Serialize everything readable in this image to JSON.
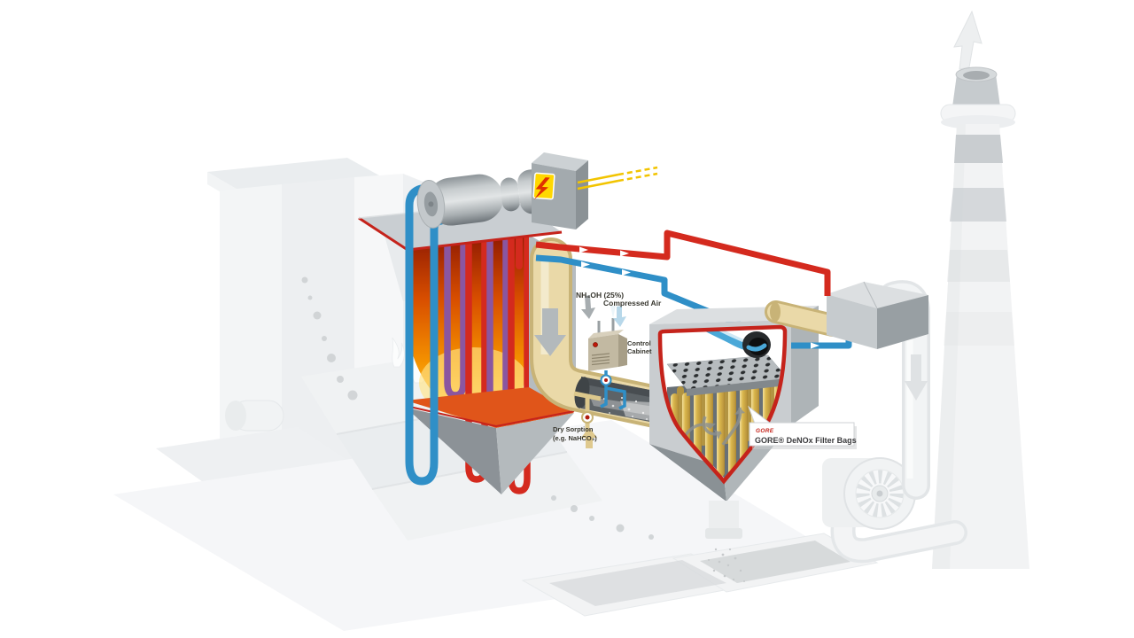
{
  "labels": {
    "nh4oh": "NH₄OH (25%)",
    "compressed_air": "Compressed Air",
    "control_cabinet_line1": "Control",
    "control_cabinet_line2": "Cabinet",
    "dry_sorption_line1": "Dry Sorption",
    "dry_sorption_line2": "(e.g. NaHCO₃)",
    "gore_logo": "GORE",
    "gore_filter_bags": "GORE® DeNOx Filter Bags"
  },
  "colors": {
    "hot_pipe": "#d42a1e",
    "cold_pipe": "#2f8fc7",
    "shield_border": "#c5231b",
    "gore_red": "#c5231b",
    "flue_duct": "#ead9a8",
    "filter_bag_gold": "#d8b54b",
    "furnace_orange": "#f07800",
    "electric_yellow": "#ffd800",
    "metal_gray": "#c6cbce",
    "faded_plant": "#f0f1f2"
  }
}
